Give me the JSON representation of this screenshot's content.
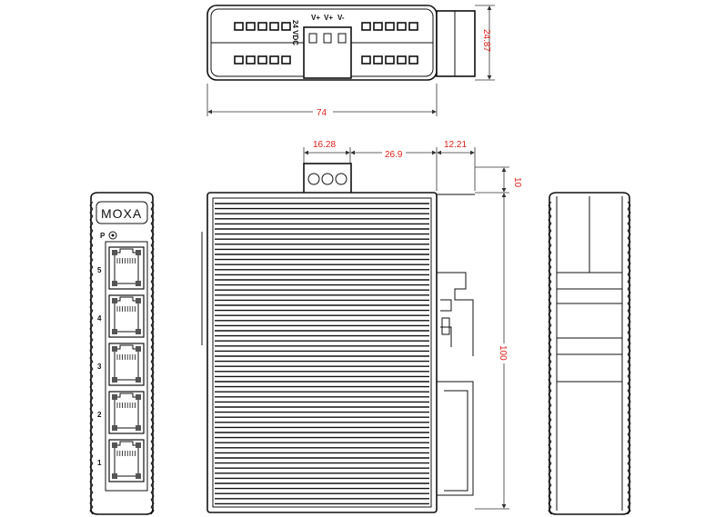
{
  "brand": "MOXA",
  "power_indicator": "P",
  "dimensions": {
    "width": "74",
    "depth": "24.87",
    "terminal_offset": "16.28",
    "terminal_span": "26.9",
    "rail_offset": "12.21",
    "top_protrusion": "10",
    "height": "100"
  },
  "top_view": {
    "terminal_labels": [
      "24 VDC",
      "V+",
      "V+",
      "V-"
    ]
  },
  "front_view": {
    "port_labels": [
      "5",
      "4",
      "3",
      "2",
      "1"
    ],
    "port_count": 5
  },
  "colors": {
    "line": "#111111",
    "dimension_text": "#e0201b"
  }
}
